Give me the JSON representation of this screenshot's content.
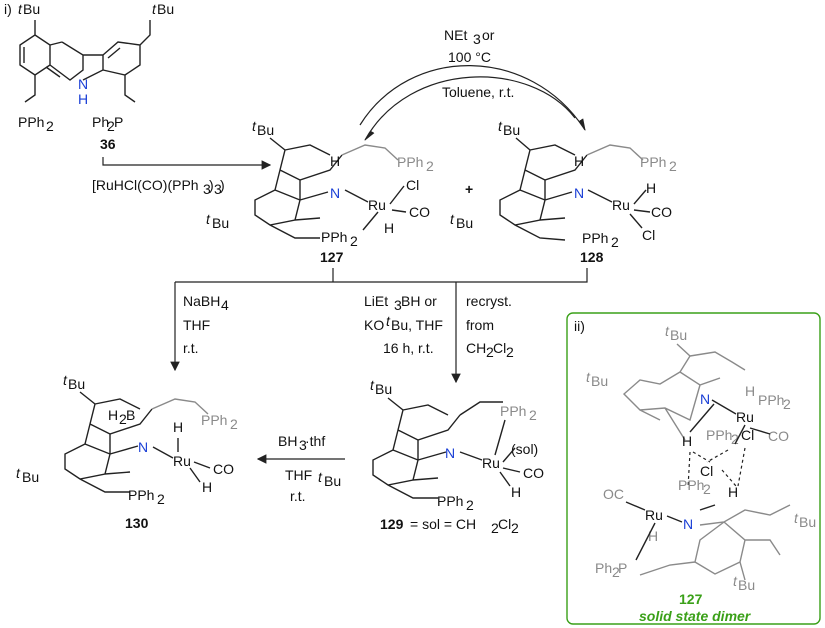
{
  "labels": {
    "part_i": "i) ",
    "part_ii": "ii)",
    "tbu": "Bu",
    "t": "t",
    "nh": "N",
    "h": "H",
    "pph2_left": "PPh",
    "ph2p": "Ph",
    "two": "2",
    "three": "3",
    "n": "N",
    "ru": "Ru",
    "cl": "Cl",
    "co": "CO",
    "oc": "OC",
    "b": "B",
    "h2b": "H",
    "sol": "(sol)"
  },
  "compounds": {
    "c36": "36",
    "c127": "127",
    "c128": "128",
    "c129": "129",
    "c130": "130",
    "c129_note": "= sol = CH",
    "c127_dimer": "127",
    "dimer_caption": "solid state dimer"
  },
  "conditions": {
    "top_arrow_1": "NEt",
    "top_arrow_2": "or",
    "top_arrow_3": "100 °C",
    "top_arrow_4": "Toluene, r.t.",
    "reagent_36": "[RuHCl(CO)(PPh",
    "reagent_36_end": ")",
    "nabh4": "NaBH",
    "thf": "THF",
    "rt": "r.t.",
    "liet3bh_1": "LiEt",
    "liet3bh_2": "BH or",
    "kotbu_1": "KO",
    "kotbu_2": "Bu, THF",
    "time": "16 h, r.t.",
    "recryst": "recryst.",
    "from": "from",
    "ch2cl2_1": "CH",
    "ch2cl2_2": "Cl",
    "bh3": "BH",
    "bh3_thf": "·thf",
    "plus": "+"
  }
}
